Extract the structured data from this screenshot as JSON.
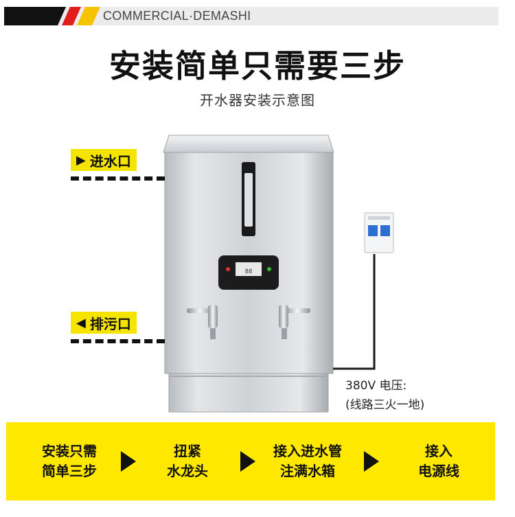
{
  "header": {
    "brand": "COMMERCIAL·DEMASHI"
  },
  "title": "安装简单只需要三步",
  "subtitle": "开水器安装示意图",
  "labels": {
    "water_inlet": "进水口",
    "drain_outlet": "排污口"
  },
  "voltage": {
    "line1": "380V 电压:",
    "line2": "(线路三火一地)"
  },
  "steps": [
    {
      "line1": "安装只需",
      "line2": "简单三步"
    },
    {
      "line1": "扭紧",
      "line2": "水龙头"
    },
    {
      "line1": "接入进水管",
      "line2": "注满水箱"
    },
    {
      "line1": "接入",
      "line2": "电源线"
    }
  ],
  "colors": {
    "accent": "#ffe800",
    "text": "#111111"
  },
  "icons": [
    "play-right-icon",
    "play-left-icon",
    "arrow-right-icon"
  ]
}
